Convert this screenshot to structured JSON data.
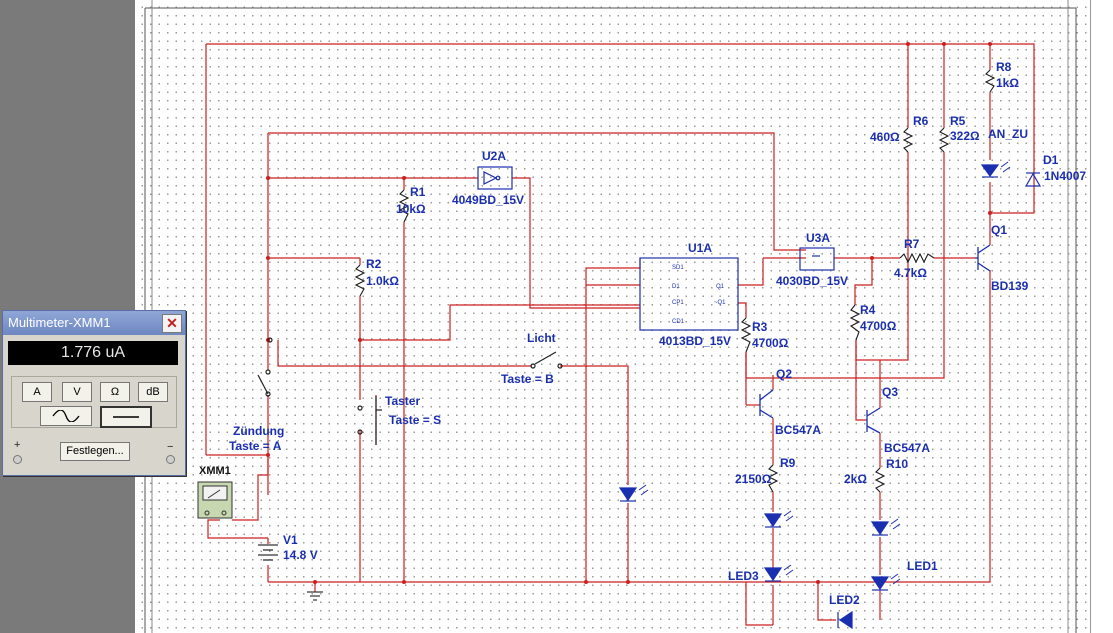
{
  "multimeter": {
    "title": "Multimeter-XMM1",
    "reading": "1.776 uA",
    "buttons": [
      "A",
      "V",
      "Ω",
      "dB"
    ],
    "set_label": "Festlegen...",
    "plus": "+",
    "minus": "−"
  },
  "circuit": {
    "instrument_ref": "XMM1",
    "v1": {
      "ref": "V1",
      "value": "14.8 V"
    },
    "r1": {
      "ref": "R1",
      "value": "10kΩ"
    },
    "r2": {
      "ref": "R2",
      "value": "1.0kΩ"
    },
    "r3": {
      "ref": "R3",
      "value": "4700Ω"
    },
    "r4": {
      "ref": "R4",
      "value": "4700Ω"
    },
    "r5": {
      "ref": "R5",
      "value": "322Ω"
    },
    "r6": {
      "ref": "R6",
      "value": "460Ω"
    },
    "r7": {
      "ref": "R7",
      "value": "4.7kΩ"
    },
    "r8": {
      "ref": "R8",
      "value": "1kΩ"
    },
    "r9": {
      "ref": "R9",
      "value": "2150Ω"
    },
    "r10": {
      "ref": "R10",
      "value": "2kΩ"
    },
    "u1a": {
      "ref": "U1A",
      "part": "4013BD_15V",
      "pins": [
        "SD1",
        "D1",
        "CP1",
        "CD1",
        "Q1",
        "~Q1"
      ]
    },
    "u2a": {
      "ref": "U2A",
      "part": "4049BD_15V"
    },
    "u3a": {
      "ref": "U3A",
      "part": "4030BD_15V"
    },
    "q1": {
      "ref": "Q1",
      "part": "BD139"
    },
    "q2": {
      "ref": "Q2",
      "part": "BC547A"
    },
    "q3": {
      "ref": "Q3",
      "part": "BC547A"
    },
    "d1": {
      "ref": "D1",
      "part": "1N4007"
    },
    "led_an_zu": "AN_ZU",
    "led1": "LED1",
    "led2": "LED2",
    "led3": "LED3",
    "switch_zuendung": {
      "name": "Zündung",
      "key": "Taste = A"
    },
    "switch_taster": {
      "name": "Taster",
      "key": "Taste = S"
    },
    "switch_licht": {
      "name": "Licht",
      "key": "Taste = B"
    }
  },
  "colors": {
    "wire": "#cc1f1f",
    "component": "#1a2fb0",
    "led": "#1a2fb0"
  }
}
